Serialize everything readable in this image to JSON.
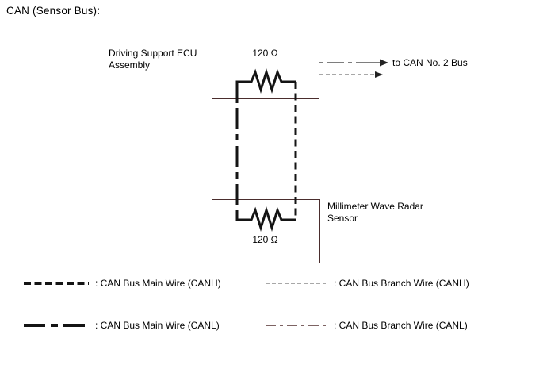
{
  "title": "CAN (Sensor Bus):",
  "colors": {
    "box_border": "#4a2d2d",
    "main_wire": "#141414",
    "branch_canh": "#8c8c8c",
    "branch_canl": "#7d6363",
    "arrow_line": "#7e7e7e",
    "arrow_head": "#222222"
  },
  "ecu": {
    "line1": "Driving Support ECU",
    "line2": "Assembly"
  },
  "radar": {
    "line1": "Millimeter Wave Radar",
    "line2": "Sensor"
  },
  "resistors": {
    "top": "120 Ω",
    "bottom": "120 Ω"
  },
  "bus_arrow": {
    "label": "to CAN No. 2 Bus"
  },
  "legend": {
    "main_canh": ": CAN Bus Main Wire (CANH)",
    "branch_canh": ": CAN Bus Branch Wire (CANH)",
    "main_canl": ": CAN Bus Main Wire (CANL)",
    "branch_canl": ": CAN Bus Branch Wire (CANL)"
  }
}
